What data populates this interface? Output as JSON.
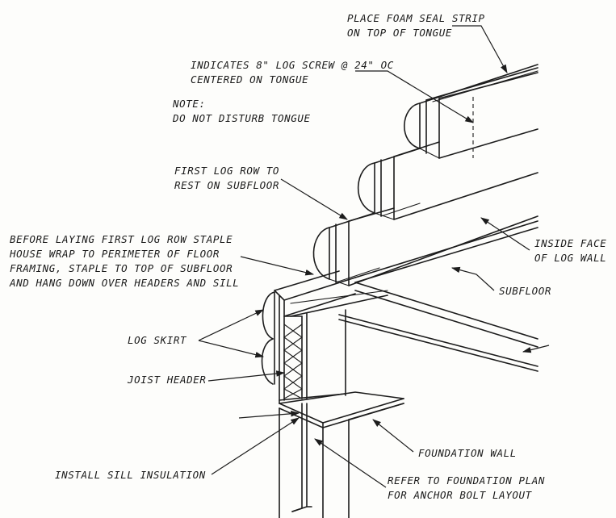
{
  "labels": {
    "foam_seal": [
      "PLACE FOAM SEAL STRIP",
      "ON TOP OF TONGUE"
    ],
    "log_screw": [
      "INDICATES 8\" LOG SCREW @ 24\" OC",
      "CENTERED ON TONGUE"
    ],
    "note": [
      "NOTE:",
      "DO NOT DISTURB TONGUE"
    ],
    "first_log_row": [
      "FIRST LOG ROW TO",
      "REST ON SUBFLOOR"
    ],
    "house_wrap": [
      "BEFORE LAYING FIRST LOG ROW STAPLE",
      "HOUSE WRAP TO PERIMETER OF FLOOR",
      "FRAMING, STAPLE TO TOP OF SUBFLOOR",
      "AND HANG DOWN OVER HEADERS AND SILL"
    ],
    "inside_face": [
      "INSIDE FACE",
      "OF LOG WALL"
    ],
    "subfloor": "SUBFLOOR",
    "log_skirt": "LOG SKIRT",
    "joist_header": "JOIST HEADER",
    "foundation_wall": "FOUNDATION WALL",
    "sill_insulation": "INSTALL SILL INSULATION",
    "foundation_plan": [
      "REFER TO FOUNDATION PLAN",
      "FOR ANCHOR BOLT LAYOUT"
    ]
  }
}
